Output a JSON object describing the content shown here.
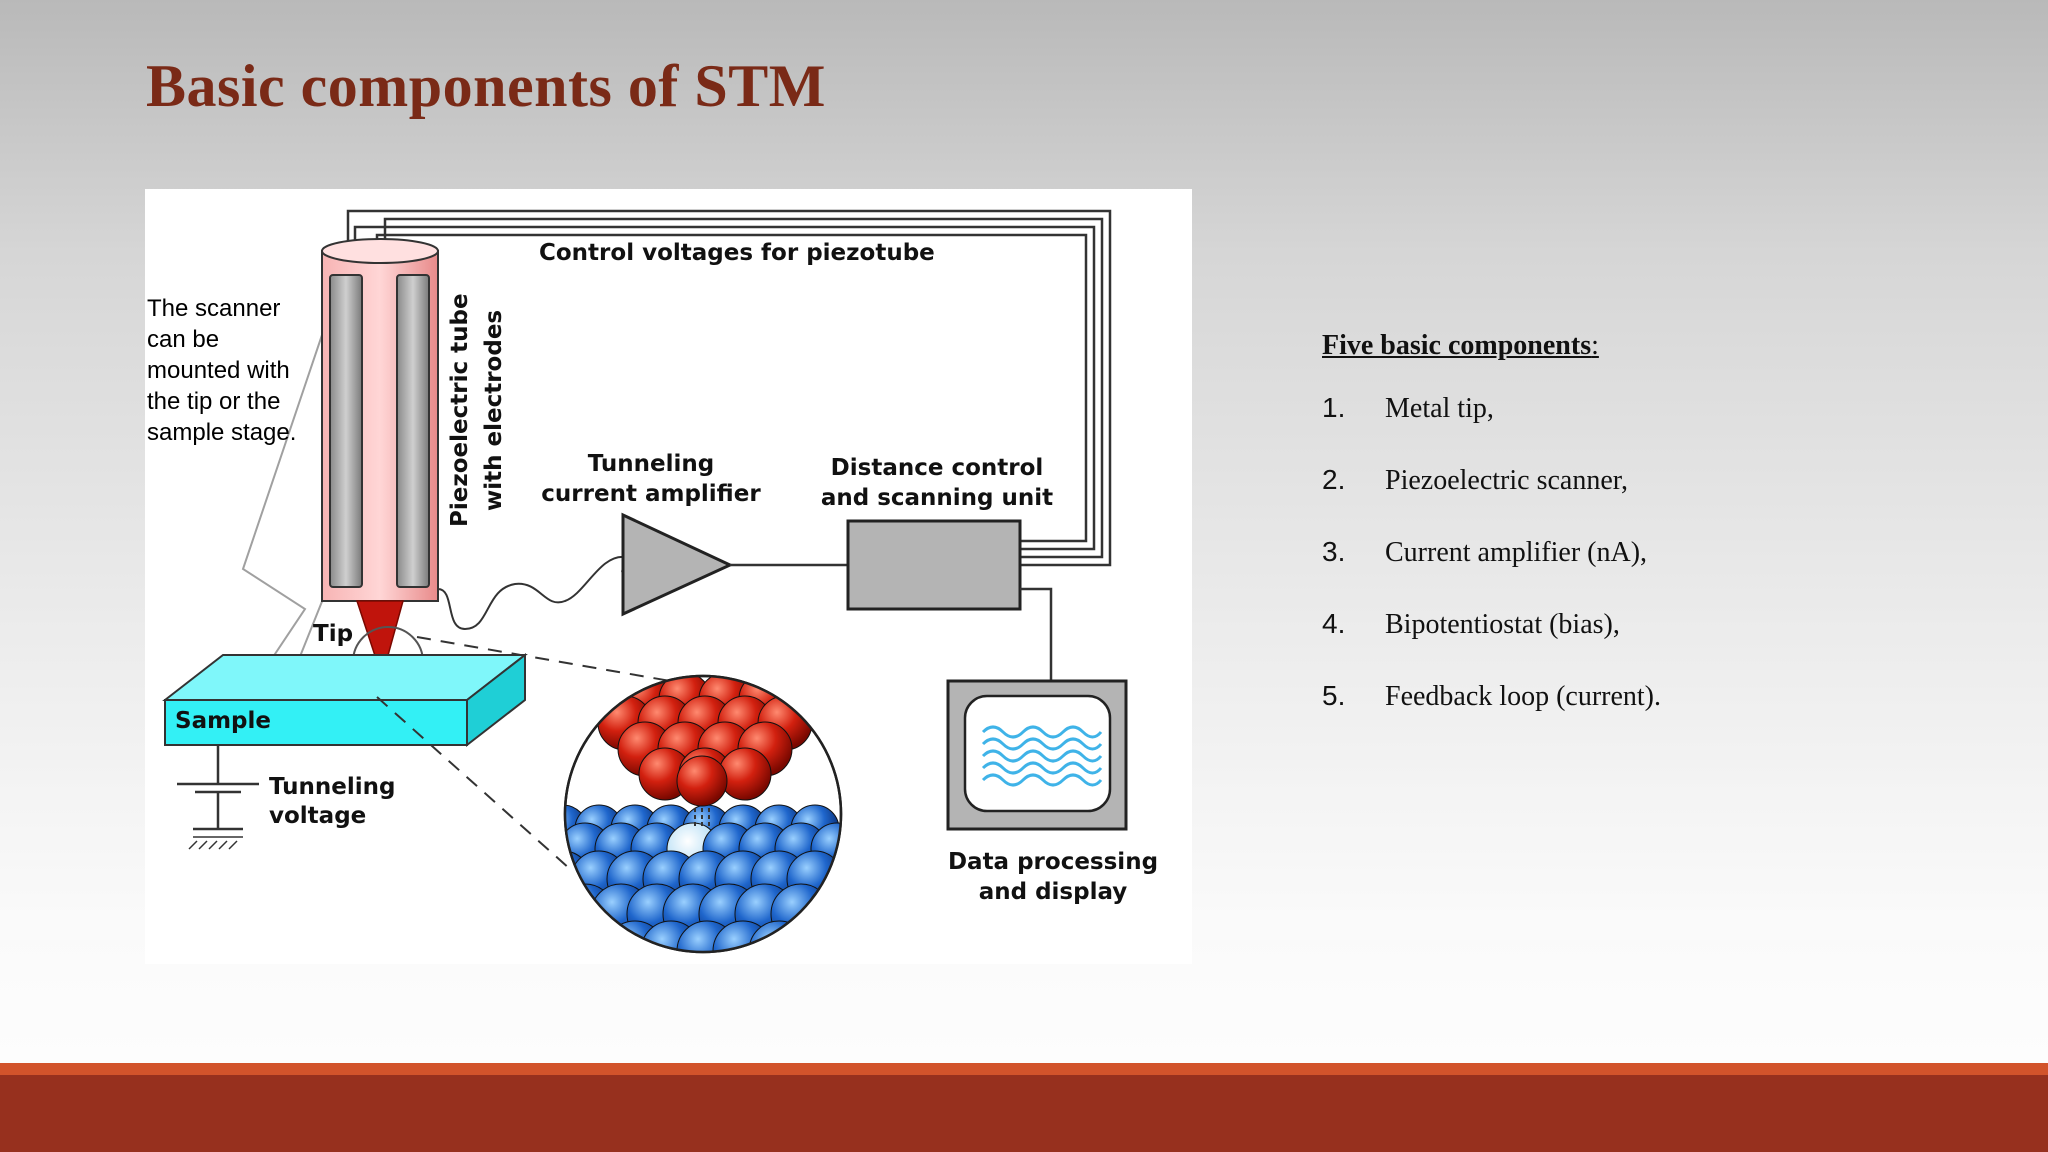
{
  "slide": {
    "title": "Basic components of STM"
  },
  "diagram": {
    "scanner_note": "The scanner can be mounted with the tip or the sample stage.",
    "labels": {
      "control_voltages": "Control voltages for piezotube",
      "piezo_line1": "Piezoelectric tube",
      "piezo_line2": "with electrodes",
      "amplifier_line1": "Tunneling",
      "amplifier_line2": "current amplifier",
      "distance_line1": "Distance control",
      "distance_line2": "and scanning unit",
      "tip": "Tip",
      "sample": "Sample",
      "voltage_line1": "Tunneling",
      "voltage_line2": "voltage",
      "display_line1": "Data processing",
      "display_line2": "and display"
    },
    "colors": {
      "piezo_tube": "#f2a3a3",
      "tip": "#c0140c",
      "sample": "#33f0f5",
      "unit_gray": "#b4b4b4",
      "tip_atoms": "#c81a0c",
      "sample_atoms": "#1a5fc0",
      "screen_waves": "#3fb3e8"
    }
  },
  "components": {
    "heading": "Five basic components",
    "heading_suffix": ":",
    "items": [
      {
        "num": "1.",
        "text": "Metal tip,"
      },
      {
        "num": "2.",
        "text": "Piezoelectric scanner,"
      },
      {
        "num": "3.",
        "text": "Current amplifier (nA),"
      },
      {
        "num": "4.",
        "text": "Bipotentiostat (bias),"
      },
      {
        "num": "5.",
        "text": "Feedback loop (current)."
      }
    ]
  }
}
